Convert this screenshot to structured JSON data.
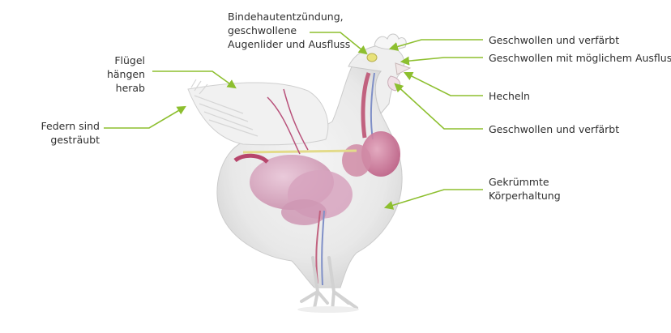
{
  "diagram": {
    "accent_color": "#8dbf2f",
    "subject": "chicken-anatomy-illustration",
    "labels": {
      "conjunctivitis": "Bindehautentzündung,\ngeschwollene\nAugenlider und Ausfluss",
      "wings": "Flügel hängen\nherab",
      "feathers": "Federn sind\ngesträubt",
      "comb": "Geschwollen und verfärbt",
      "nostrils": "Geschwollen mit möglichem Ausfluss",
      "panting": "Hecheln",
      "wattles": "Geschwollen und verfärbt",
      "posture": "Gekrümmte\nKörperhaltung"
    }
  }
}
